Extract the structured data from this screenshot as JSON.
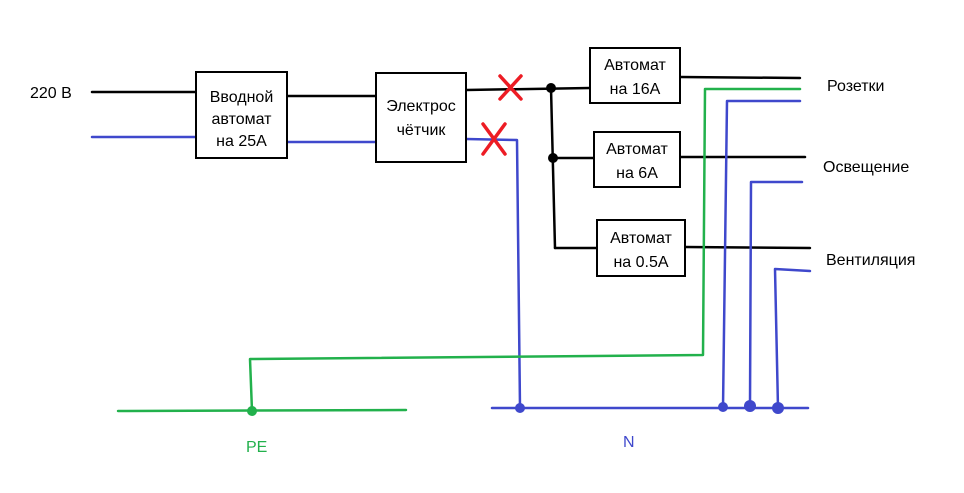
{
  "diagram": {
    "input_label": "220 В",
    "boxes": {
      "main_breaker": {
        "line1": "Вводной",
        "line2": "автомат",
        "line3": "на 25А"
      },
      "meter": {
        "line1": "Электрос",
        "line2": "чётчик"
      },
      "breaker_16a": {
        "line1": "Автомат",
        "line2": "на 16А"
      },
      "breaker_6a": {
        "line1": "Автомат",
        "line2": "на 6А"
      },
      "breaker_05a": {
        "line1": "Автомат",
        "line2": "на 0.5А"
      }
    },
    "outputs": {
      "sockets": "Розетки",
      "lighting": "Освещение",
      "ventilation": "Вентиляция"
    },
    "buses": {
      "pe": "PE",
      "n": "N"
    },
    "colors": {
      "phase": "#000000",
      "neutral": "#3f48cc",
      "protective_earth": "#22b14c",
      "break_mark": "#ed1c24"
    }
  }
}
